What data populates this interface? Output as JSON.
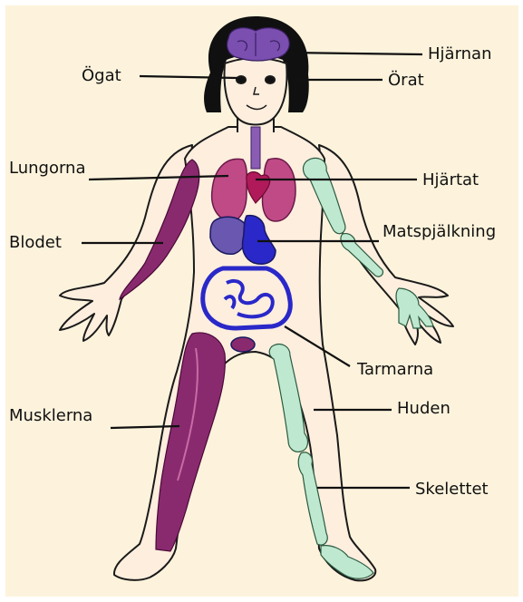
{
  "labels": {
    "brain": "Hjärnan",
    "eye": "Ögat",
    "ear": "Örat",
    "lungs": "Lungorna",
    "heart": "Hjärtat",
    "blood": "Blodet",
    "digestion": "Matspjälkning",
    "intestines": "Tarmarna",
    "muscles": "Musklerna",
    "skin": "Huden",
    "skeleton": "Skelettet"
  },
  "colors": {
    "background": "#fdf3dc",
    "skin": "#fdeede",
    "outline": "#1a1a1a",
    "hair": "#101010",
    "brain": "#7a4fb0",
    "lungs": "#c04a86",
    "heart": "#b01a5a",
    "digestive": "#2a28c8",
    "muscle": "#8a2a6e",
    "bone": "#bfe8d0"
  }
}
